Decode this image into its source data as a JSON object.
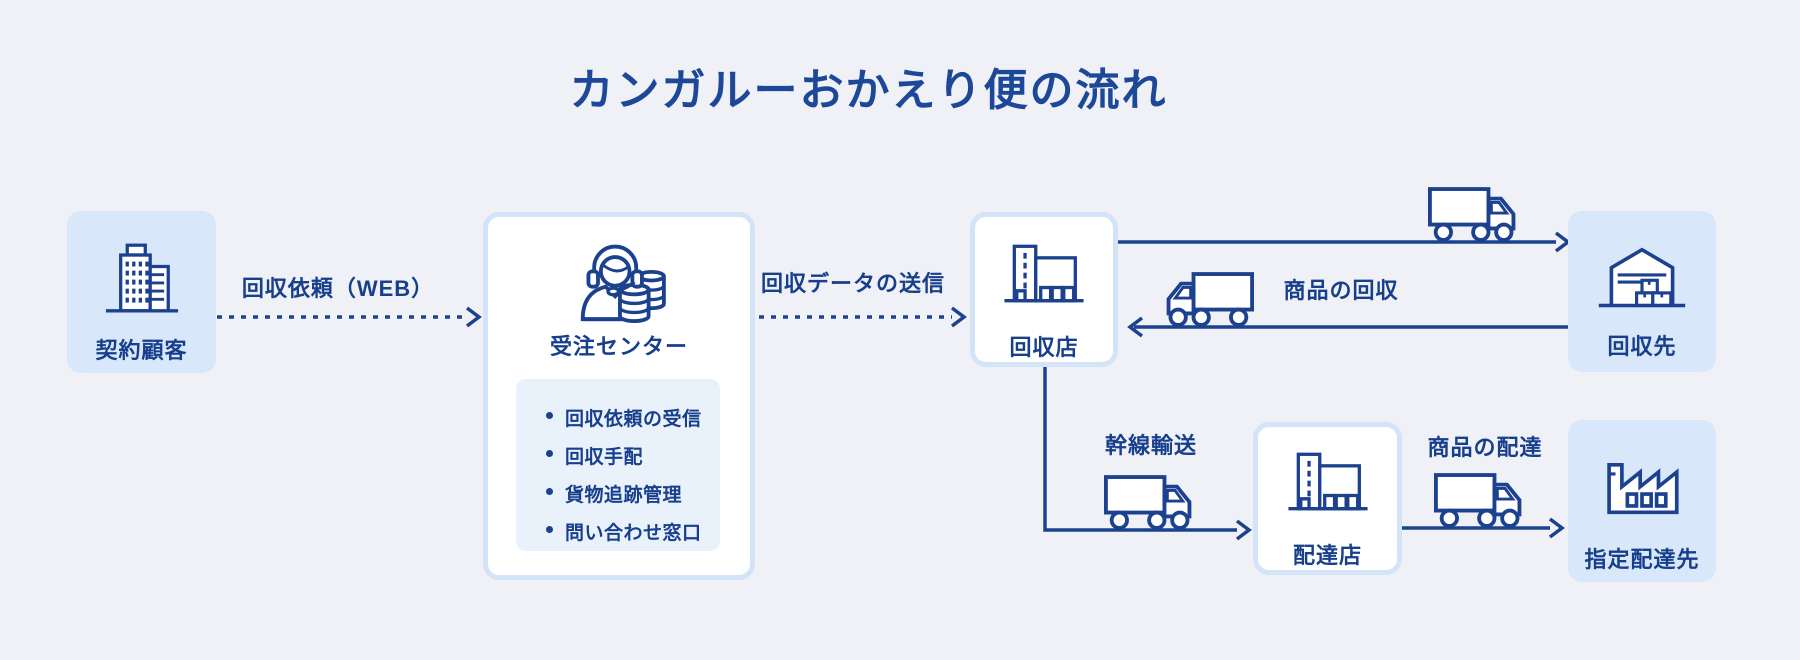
{
  "title": "カンガルーおかえり便の流れ",
  "palette": {
    "background": "#eff1f6",
    "line_navy": "#1c418f",
    "text_navy": "#173f8c",
    "title_navy": "#1d4899",
    "box_fill_blue": "#d9e7fa",
    "box_border_blue": "#d3e3f8",
    "task_panel_blue": "#e9f1fb",
    "white": "#ffffff"
  },
  "nodes": {
    "contract_customer": {
      "label": "契約顧客",
      "icon": "office-building-icon"
    },
    "order_center": {
      "label": "受注センター",
      "icon": "operator-headset-icon",
      "tasks": [
        "回収依頼の受信",
        "回収手配",
        "貨物追跡管理",
        "問い合わせ窓口"
      ]
    },
    "pickup_store": {
      "label": "回収店",
      "icon": "store-building-icon"
    },
    "pickup_site": {
      "label": "回収先",
      "icon": "warehouse-icon"
    },
    "delivery_store": {
      "label": "配達店",
      "icon": "store-building-icon"
    },
    "destination": {
      "label": "指定配達先",
      "icon": "factory-icon"
    }
  },
  "edges": {
    "request": {
      "label": "回収依頼（WEB）",
      "style": "dashed",
      "from": "contract_customer",
      "to": "order_center"
    },
    "data_send": {
      "label": "回収データの送信",
      "style": "dashed",
      "from": "order_center",
      "to": "pickup_store"
    },
    "pickup_go": {
      "label": "",
      "style": "solid",
      "from": "pickup_store",
      "to": "pickup_site"
    },
    "pickup_return": {
      "label": "商品の回収",
      "style": "solid",
      "from": "pickup_site",
      "to": "pickup_store"
    },
    "trunk": {
      "label": "幹線輸送",
      "style": "solid",
      "from": "pickup_store",
      "to": "delivery_store"
    },
    "delivery": {
      "label": "商品の配達",
      "style": "solid",
      "from": "delivery_store",
      "to": "destination"
    }
  }
}
